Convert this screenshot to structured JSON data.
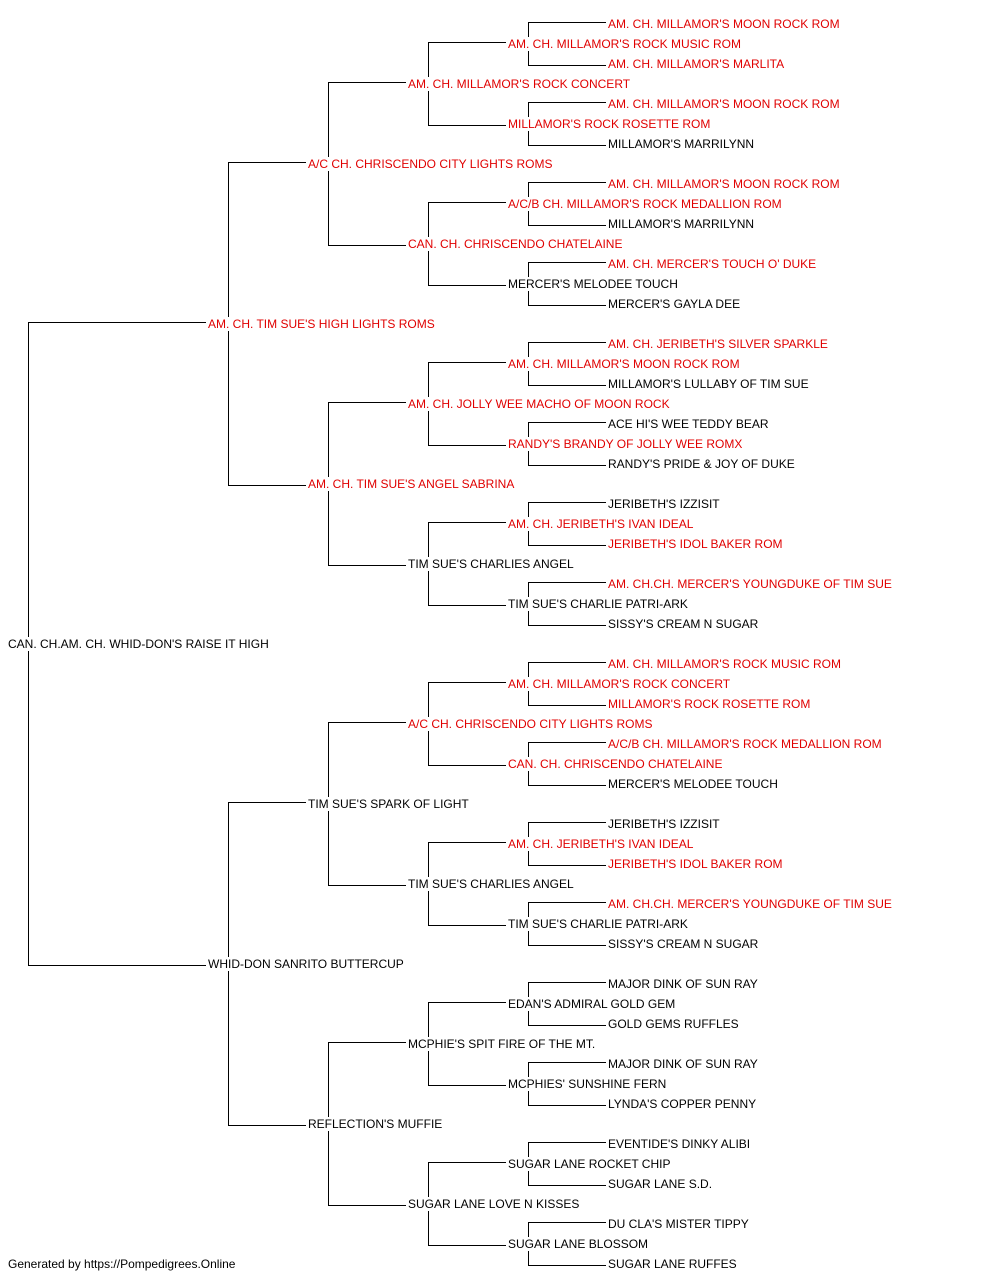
{
  "pedigree": {
    "root": {
      "name": "CAN. CH.AM. CH. WHID-DON'S RAISE IT HIGH",
      "ch": false,
      "sire": {
        "name": "AM. CH. TIM SUE'S HIGH LIGHTS ROMS",
        "ch": true,
        "sire": {
          "name": "A/C CH. CHRISCENDO CITY LIGHTS ROMS",
          "ch": true,
          "sire": {
            "name": "AM. CH. MILLAMOR'S ROCK CONCERT",
            "ch": true,
            "sire": {
              "name": "AM. CH. MILLAMOR'S ROCK MUSIC ROM",
              "ch": true,
              "sire": {
                "name": "AM. CH. MILLAMOR'S MOON ROCK ROM",
                "ch": true
              },
              "dam": {
                "name": "AM. CH. MILLAMOR'S MARLITA",
                "ch": true
              }
            },
            "dam": {
              "name": "MILLAMOR'S ROCK ROSETTE ROM",
              "ch": true,
              "sire": {
                "name": "AM. CH. MILLAMOR'S MOON ROCK ROM",
                "ch": true
              },
              "dam": {
                "name": "MILLAMOR'S MARRILYNN",
                "ch": false
              }
            }
          },
          "dam": {
            "name": "CAN. CH. CHRISCENDO CHATELAINE",
            "ch": true,
            "sire": {
              "name": "A/C/B CH. MILLAMOR'S ROCK MEDALLION ROM",
              "ch": true,
              "sire": {
                "name": "AM. CH. MILLAMOR'S MOON ROCK ROM",
                "ch": true
              },
              "dam": {
                "name": "MILLAMOR'S MARRILYNN",
                "ch": false
              }
            },
            "dam": {
              "name": "MERCER'S MELODEE TOUCH",
              "ch": false,
              "sire": {
                "name": "AM. CH. MERCER'S TOUCH O' DUKE",
                "ch": true
              },
              "dam": {
                "name": "MERCER'S GAYLA DEE",
                "ch": false
              }
            }
          }
        },
        "dam": {
          "name": "AM. CH. TIM SUE'S ANGEL SABRINA",
          "ch": true,
          "sire": {
            "name": "AM. CH. JOLLY WEE MACHO OF MOON ROCK",
            "ch": true,
            "sire": {
              "name": "AM. CH. MILLAMOR'S MOON ROCK ROM",
              "ch": true,
              "sire": {
                "name": "AM. CH. JERIBETH'S SILVER SPARKLE",
                "ch": true
              },
              "dam": {
                "name": "MILLAMOR'S LULLABY OF TIM SUE",
                "ch": false
              }
            },
            "dam": {
              "name": "RANDY'S BRANDY OF JOLLY WEE ROMX",
              "ch": true,
              "sire": {
                "name": "ACE HI'S WEE TEDDY BEAR",
                "ch": false
              },
              "dam": {
                "name": "RANDY'S PRIDE & JOY OF DUKE",
                "ch": false
              }
            }
          },
          "dam": {
            "name": "TIM SUE'S CHARLIES ANGEL",
            "ch": false,
            "sire": {
              "name": "AM. CH. JERIBETH'S IVAN IDEAL",
              "ch": true,
              "sire": {
                "name": "JERIBETH'S IZZISIT",
                "ch": false
              },
              "dam": {
                "name": "JERIBETH'S IDOL BAKER ROM",
                "ch": true
              }
            },
            "dam": {
              "name": "TIM SUE'S CHARLIE PATRI-ARK",
              "ch": false,
              "sire": {
                "name": "AM. CH.CH. MERCER'S YOUNGDUKE OF TIM SUE",
                "ch": true
              },
              "dam": {
                "name": "SISSY'S CREAM N SUGAR",
                "ch": false
              }
            }
          }
        }
      },
      "dam": {
        "name": "WHID-DON SANRITO BUTTERCUP",
        "ch": false,
        "sire": {
          "name": "TIM SUE'S SPARK OF LIGHT",
          "ch": false,
          "sire": {
            "name": "A/C CH. CHRISCENDO CITY LIGHTS ROMS",
            "ch": true,
            "sire": {
              "name": "AM. CH. MILLAMOR'S ROCK CONCERT",
              "ch": true,
              "sire": {
                "name": "AM. CH. MILLAMOR'S ROCK MUSIC ROM",
                "ch": true
              },
              "dam": {
                "name": "MILLAMOR'S ROCK ROSETTE ROM",
                "ch": true
              }
            },
            "dam": {
              "name": "CAN. CH. CHRISCENDO CHATELAINE",
              "ch": true,
              "sire": {
                "name": "A/C/B CH. MILLAMOR'S ROCK MEDALLION ROM",
                "ch": true
              },
              "dam": {
                "name": "MERCER'S MELODEE TOUCH",
                "ch": false
              }
            }
          },
          "dam": {
            "name": "TIM SUE'S CHARLIES ANGEL",
            "ch": false,
            "sire": {
              "name": "AM. CH. JERIBETH'S IVAN IDEAL",
              "ch": true,
              "sire": {
                "name": "JERIBETH'S IZZISIT",
                "ch": false
              },
              "dam": {
                "name": "JERIBETH'S IDOL BAKER ROM",
                "ch": true
              }
            },
            "dam": {
              "name": "TIM SUE'S CHARLIE PATRI-ARK",
              "ch": false,
              "sire": {
                "name": "AM. CH.CH. MERCER'S YOUNGDUKE OF TIM SUE",
                "ch": true
              },
              "dam": {
                "name": "SISSY'S CREAM N SUGAR",
                "ch": false
              }
            }
          }
        },
        "dam": {
          "name": "REFLECTION'S MUFFIE",
          "ch": false,
          "sire": {
            "name": "MCPHIE'S SPIT FIRE OF THE MT.",
            "ch": false,
            "sire": {
              "name": "EDAN'S ADMIRAL GOLD GEM",
              "ch": false,
              "sire": {
                "name": "MAJOR DINK OF SUN RAY",
                "ch": false
              },
              "dam": {
                "name": "GOLD GEMS RUFFLES",
                "ch": false
              }
            },
            "dam": {
              "name": "MCPHIES' SUNSHINE FERN",
              "ch": false,
              "sire": {
                "name": "MAJOR DINK OF SUN RAY",
                "ch": false
              },
              "dam": {
                "name": "LYNDA'S COPPER PENNY",
                "ch": false
              }
            }
          },
          "dam": {
            "name": "SUGAR LANE LOVE N KISSES",
            "ch": false,
            "sire": {
              "name": "SUGAR LANE ROCKET CHIP",
              "ch": false,
              "sire": {
                "name": "EVENTIDE'S DINKY ALIBI",
                "ch": false
              },
              "dam": {
                "name": "SUGAR LANE S.D.",
                "ch": false
              }
            },
            "dam": {
              "name": "SUGAR LANE BLOSSOM",
              "ch": false,
              "sire": {
                "name": "DU CLA'S MISTER TIPPY",
                "ch": false
              },
              "dam": {
                "name": "SUGAR LANE RUFFES",
                "ch": false
              }
            }
          }
        }
      }
    }
  },
  "colors": {
    "champion": "#e00000",
    "normal": "#000000",
    "line": "#000000"
  },
  "footer": "Generated by https://Pompedigrees.Online"
}
